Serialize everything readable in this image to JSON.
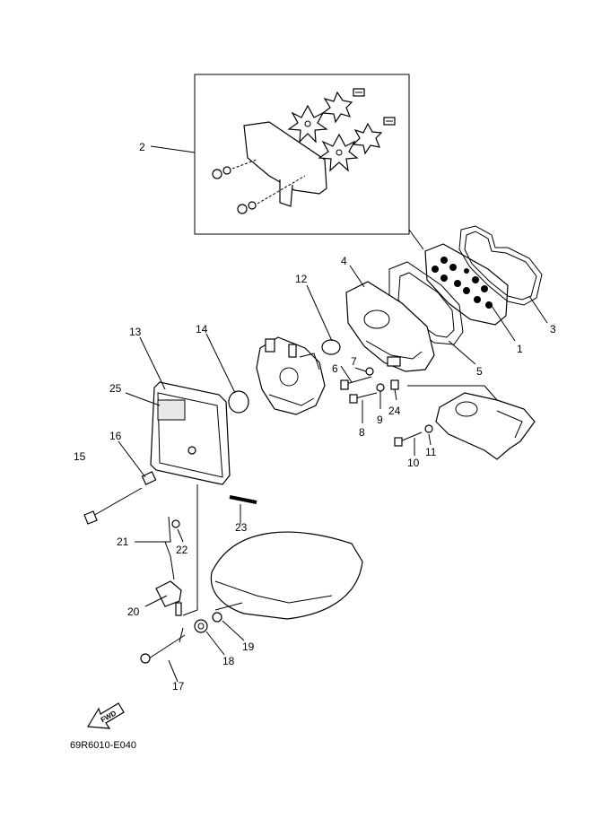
{
  "diagram": {
    "callouts": [
      "1",
      "2",
      "3",
      "4",
      "5",
      "6",
      "7",
      "8",
      "9",
      "10",
      "11",
      "12",
      "13",
      "14",
      "15",
      "16",
      "17",
      "18",
      "19",
      "20",
      "21",
      "22",
      "23",
      "24",
      "25"
    ],
    "fwd_label": "FWD",
    "drawing_code": "69R6010-E040"
  }
}
